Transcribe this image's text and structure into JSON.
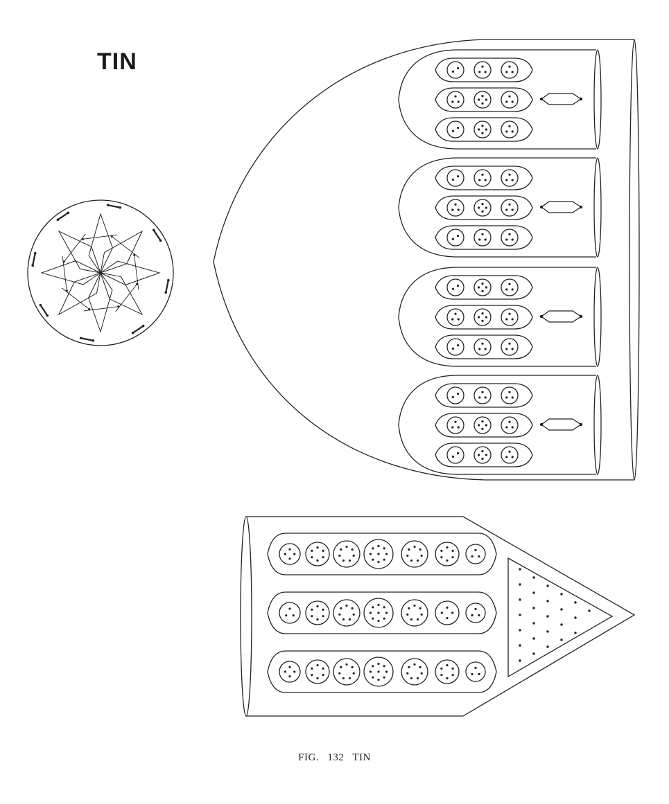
{
  "heading": "TIN",
  "caption": "FIG.  132  TIN",
  "colors": {
    "ink": "#222222",
    "paper": "#ffffff"
  },
  "figures": {
    "sphere": {
      "name": "tin-atom-sphere"
    },
    "upper_body": {
      "name": "dome-funnel-body",
      "segments": [
        {
          "rows": [
            [
              2,
              3,
              3
            ],
            [
              3,
              4,
              3
            ],
            [
              2,
              4,
              3
            ]
          ]
        },
        {
          "rows": [
            [
              2,
              3,
              3
            ],
            [
              3,
              4,
              3
            ],
            [
              2,
              3,
              3
            ]
          ]
        },
        {
          "rows": [
            [
              2,
              4,
              3
            ],
            [
              3,
              4,
              3
            ],
            [
              2,
              3,
              3
            ]
          ]
        },
        {
          "rows": [
            [
              2,
              3,
              3
            ],
            [
              3,
              4,
              3
            ],
            [
              2,
              4,
              3
            ]
          ]
        }
      ]
    },
    "lower_body": {
      "name": "spike-body",
      "rows": [
        [
          4,
          6,
          7,
          9,
          7,
          6,
          3
        ],
        [
          3,
          6,
          7,
          9,
          7,
          4,
          3
        ],
        [
          4,
          6,
          7,
          9,
          7,
          6,
          3
        ]
      ],
      "triangle_dots": 28
    }
  }
}
